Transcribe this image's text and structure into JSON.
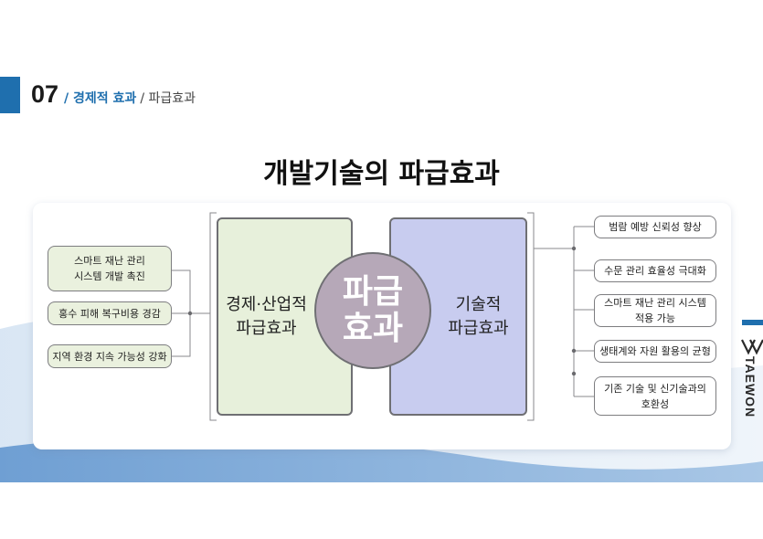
{
  "header": {
    "number": "07",
    "section": "/ 경제적 효과",
    "subsection": "/ 파급효과"
  },
  "title": "개발기술의 파급효과",
  "left_items": [
    "스마트 재난 관리\n시스템 개발 촉진",
    "홍수 피해 복구비용 경감",
    "지역 환경 지속 가능성 강화"
  ],
  "left_main": "경제·산업적\n파급효과",
  "center": "파급\n효과",
  "right_main": "기술적\n파급효과",
  "right_items": [
    "범람 예방 신뢰성 향상",
    "수문 관리 효율성 극대화",
    "스마트 재난 관리 시스템\n적용 가능",
    "생태계와 자원 활용의 균형",
    "기존 기술 및 신기술과의\n호환성"
  ],
  "logo": {
    "name": "TAEWON"
  },
  "colors": {
    "accent": "#1f6fae",
    "left_fill": "#e7f0db",
    "right_fill": "#c8ccef",
    "circle_fill": "#b6a8b8"
  }
}
